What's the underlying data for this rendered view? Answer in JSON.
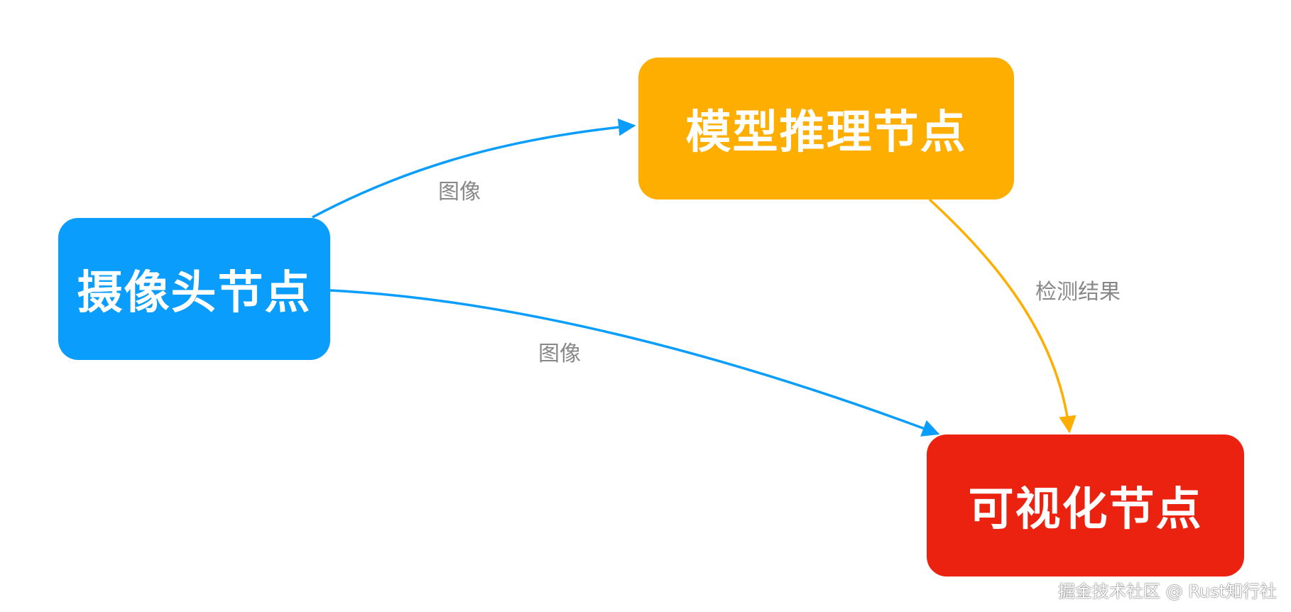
{
  "nodes": {
    "camera": {
      "label": "摄像头节点",
      "color": "#0a9dfb"
    },
    "model": {
      "label": "模型推理节点",
      "color": "#fdae00"
    },
    "visualization": {
      "label": "可视化节点",
      "color": "#ec2210"
    }
  },
  "edges": [
    {
      "from": "camera",
      "to": "model",
      "label": "图像",
      "color": "#0a9dfb"
    },
    {
      "from": "camera",
      "to": "visualization",
      "label": "图像",
      "color": "#0a9dfb"
    },
    {
      "from": "model",
      "to": "visualization",
      "label": "检测结果",
      "color": "#fdae00"
    }
  ],
  "watermark": "掘金技术社区 @ Rust知行社"
}
